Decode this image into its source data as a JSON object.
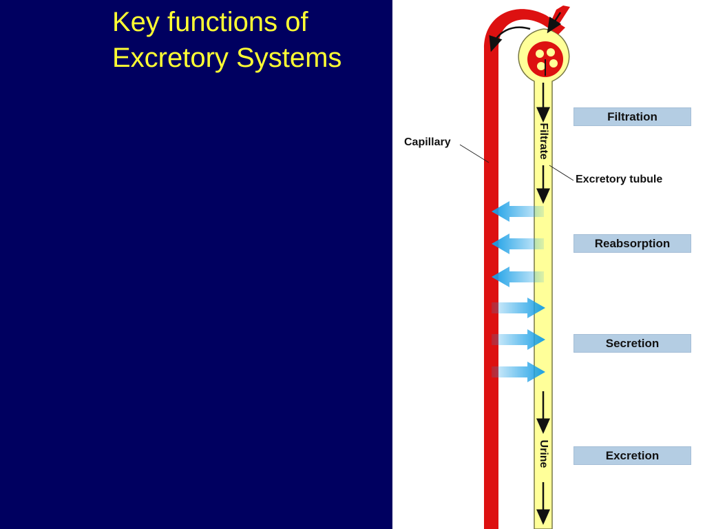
{
  "title": {
    "line1": "Key functions of",
    "line2": "Excretory Systems"
  },
  "figure": {
    "stages": [
      "Filtration",
      "Reabsorption",
      "Secretion",
      "Excretion"
    ],
    "labels": {
      "capillary": "Capillary",
      "tubule": "Excretory tubule",
      "filtrate": "Filtrate",
      "urine": "Urine"
    },
    "colors": {
      "background": "#000060",
      "title": "#ffff33",
      "capillary": "#dd1111",
      "tubule": "#ffff99",
      "transport_arrow": "#22a8ee",
      "stage_box": "#b4cde3"
    }
  }
}
